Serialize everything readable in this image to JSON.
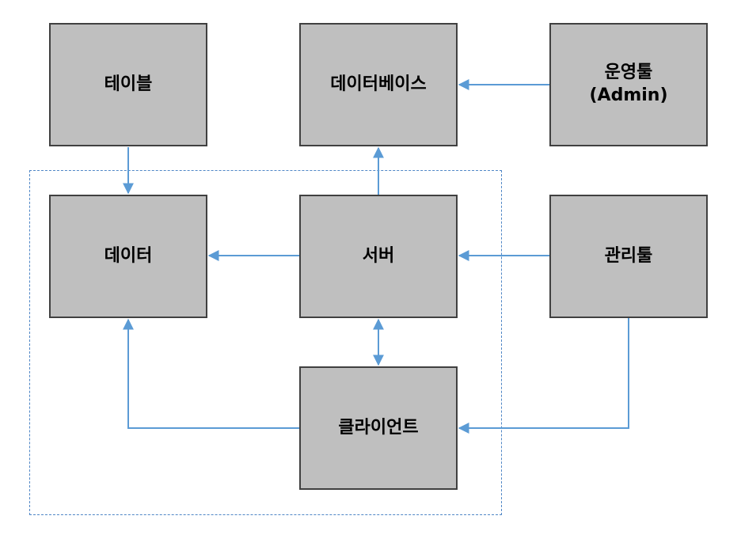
{
  "diagram": {
    "type": "block-diagram",
    "colors": {
      "box_fill": "#bfbfbf",
      "box_border": "#404040",
      "arrow": "#5b9bd5",
      "group_frame": "#4f86c6"
    },
    "nodes": {
      "table": {
        "label": "테이블"
      },
      "database": {
        "label": "데이터베이스"
      },
      "ops_tool": {
        "label": "운영툴\n(Admin)"
      },
      "data": {
        "label": "데이터"
      },
      "server": {
        "label": "서버"
      },
      "mgmt_tool": {
        "label": "관리툴"
      },
      "client": {
        "label": "클라이언트"
      }
    },
    "edges": [
      {
        "from": "table",
        "to": "data"
      },
      {
        "from": "ops_tool",
        "to": "database"
      },
      {
        "from": "server",
        "to": "database"
      },
      {
        "from": "server",
        "to": "data"
      },
      {
        "from": "mgmt_tool",
        "to": "server"
      },
      {
        "from": "server",
        "to": "client",
        "bidirectional": true
      },
      {
        "from": "client",
        "to": "data"
      },
      {
        "from": "mgmt_tool",
        "to": "client"
      }
    ],
    "group": {
      "style": "dashed",
      "contains": [
        "data",
        "server",
        "client"
      ]
    }
  }
}
